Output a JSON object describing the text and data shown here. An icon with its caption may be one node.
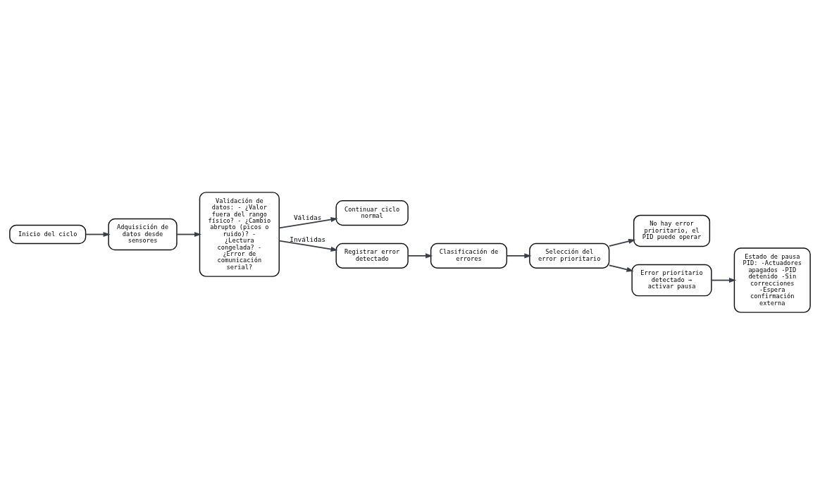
{
  "diagram": {
    "nodes": [
      {
        "text": [
          "Inicio del ciclo"
        ]
      },
      {
        "text": [
          "Adquisición de datos desde sensores"
        ]
      },
      {
        "text": [
          "Validación de datos: - ¿Valor fuera del rango físico? - ¿Cambio abrupto (picos o ruido)? - ¿Lectura congelada? - ¿Error de comunicación serial?"
        ]
      },
      {
        "text": [
          "Continuar ciclo normal"
        ]
      },
      {
        "text": [
          "Registrar error detectado"
        ]
      },
      {
        "text": [
          "Clasificación de errores"
        ]
      },
      {
        "text": [
          "Selección del error prioritario"
        ]
      },
      {
        "text": [
          "No hay error prioritario, el PID puede operar"
        ]
      },
      {
        "text": [
          "Error prioritario detectado → activar pausa"
        ]
      },
      {
        "text": [
          "Estado de pausa PID: -Actuadores apagados -PID detenido -Sin correcciones -Espera confirmación externa"
        ]
      }
    ],
    "edges": [
      {
        "from": 0,
        "to": 1,
        "arrow": "to"
      },
      {
        "from": 1,
        "to": 2,
        "arrow": "to"
      },
      {
        "from": 2,
        "to": 3,
        "arrow": "to",
        "label": "Válidas"
      },
      {
        "from": 2,
        "to": 4,
        "arrow": "to",
        "label": "Inválidas"
      },
      {
        "from": 4,
        "to": 5,
        "arrow": "to"
      },
      {
        "from": 5,
        "to": 6,
        "arrow": "to"
      },
      {
        "from": 6,
        "to": 7,
        "arrow": "to"
      },
      {
        "from": 6,
        "to": 8,
        "arrow": "to"
      },
      {
        "from": 8,
        "to": 9,
        "arrow": "to"
      }
    ]
  }
}
